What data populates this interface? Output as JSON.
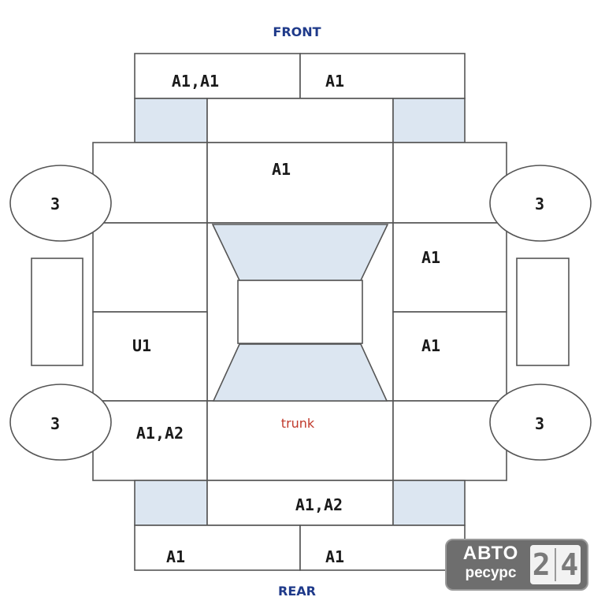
{
  "labels": {
    "front": "FRONT",
    "rear": "REAR",
    "trunk": "trunk"
  },
  "zones": {
    "front_left": "A1,A1",
    "front_right": "A1",
    "hood": "A1",
    "right_upper": "A1",
    "left_middle": "U1",
    "right_middle": "A1",
    "left_lower": "A1,A2",
    "rear_bumper": "A1,A2",
    "rear_left": "A1",
    "rear_right": "A1"
  },
  "wheels": {
    "front_left": "3",
    "front_right": "3",
    "rear_left": "3",
    "rear_right": "3"
  },
  "watermark": {
    "line1": "АВТО",
    "line2": "ресурс",
    "digit1": "2",
    "digit2": "4"
  },
  "colors": {
    "shade": "#dce6f1",
    "direction_text": "#1f3a8a",
    "trunk_text": "#c0392b",
    "watermark_bg": "#6e6e6e"
  }
}
